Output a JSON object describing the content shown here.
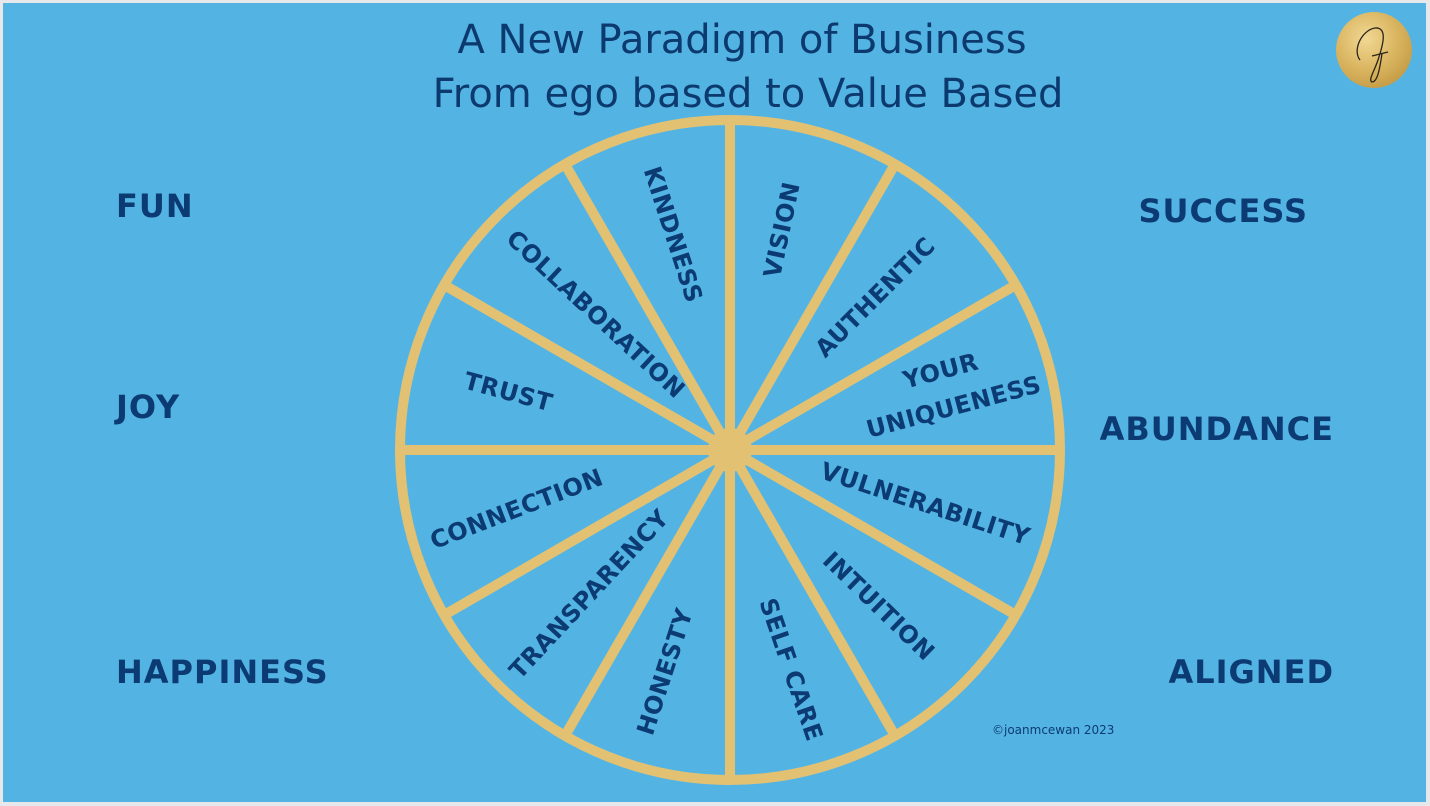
{
  "title": {
    "line1": "A New Paradigm of Business",
    "line2": "From ego based to Value Based"
  },
  "logo": {
    "letter": "J"
  },
  "wheel": {
    "segments": [
      "KINDNESS",
      "VISION",
      "AUTHENTIC",
      "YOUR",
      "UNIQUENESS",
      "COLLABORATION",
      "TRUST",
      "CONNECTION",
      "TRANSPARENCY",
      "HONESTY",
      "SELF CARE",
      "INTUITION",
      "VULNERABILITY"
    ]
  },
  "left_words": [
    "FUN",
    "JOY",
    "HAPPINESS"
  ],
  "right_words": [
    "SUCCESS",
    "ABUNDANCE",
    "ALIGNED"
  ],
  "copyright": "©joanmcewan 2023",
  "colors": {
    "background": "#53b4e4",
    "gold": "#e2c173",
    "text": "#0c3b73"
  }
}
